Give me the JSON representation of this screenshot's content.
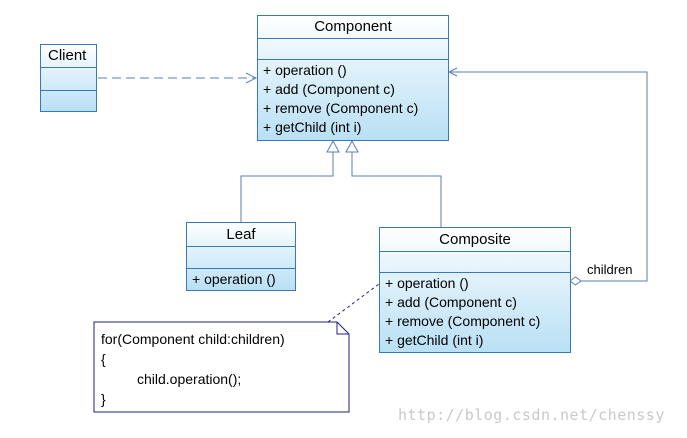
{
  "classes": {
    "component": {
      "name": "Component",
      "operations": [
        "+  operation ()",
        "+  add (Component c)",
        "+  remove (Component c)",
        "+  getChild (int i)"
      ]
    },
    "client": {
      "name": "Client"
    },
    "leaf": {
      "name": "Leaf",
      "operations": [
        "+  operation ()"
      ]
    },
    "composite": {
      "name": "Composite",
      "operations": [
        "+  operation ()",
        "+  add (Component c)",
        "+  remove (Component c)",
        "+  getChild (int i)"
      ]
    }
  },
  "association_label": "children",
  "note": {
    "lines": [
      "for(Component child:children)",
      "{",
      "child.operation();",
      "}"
    ]
  },
  "watermark": "http://blog.csdn.net/chenssy",
  "colors": {
    "border": "#3a79b8",
    "fill": "#b9e0f5",
    "line": "#5a7fb5",
    "note_border": "#1f1f80"
  }
}
